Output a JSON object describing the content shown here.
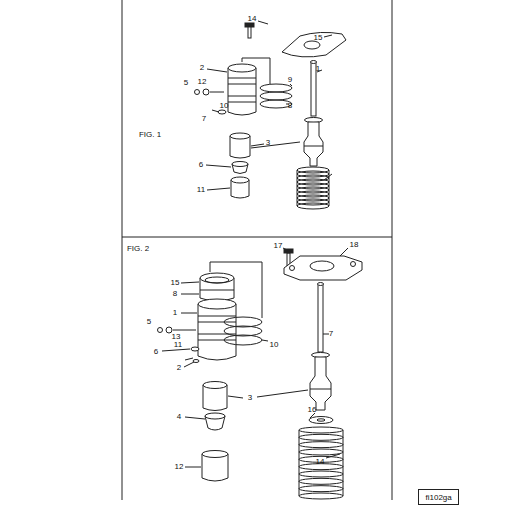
{
  "diagram": {
    "nodes": [
      {
        "text": [
          "fi102ga"
        ]
      }
    ],
    "labels": [
      "14",
      "15",
      "1",
      "2",
      "12",
      "9",
      "5",
      "8",
      "7",
      "10",
      "3",
      "6",
      "11",
      "FIG. 1",
      "FIG. 2",
      "17",
      "18",
      "15",
      "8",
      "1",
      "13",
      "5",
      "10",
      "6",
      "11",
      "7",
      "2",
      "3",
      "4",
      "16",
      "12",
      "14"
    ]
  }
}
